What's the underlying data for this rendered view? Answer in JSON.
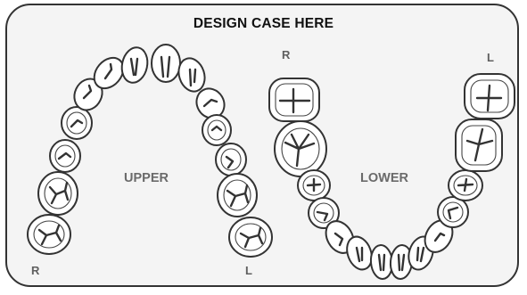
{
  "chart": {
    "title": "DESIGN CASE HERE",
    "upper_label": "UPPER",
    "lower_label": "LOWER",
    "upper_right_marker": "R",
    "upper_left_marker": "L",
    "lower_right_marker": "R",
    "lower_left_marker": "L"
  }
}
